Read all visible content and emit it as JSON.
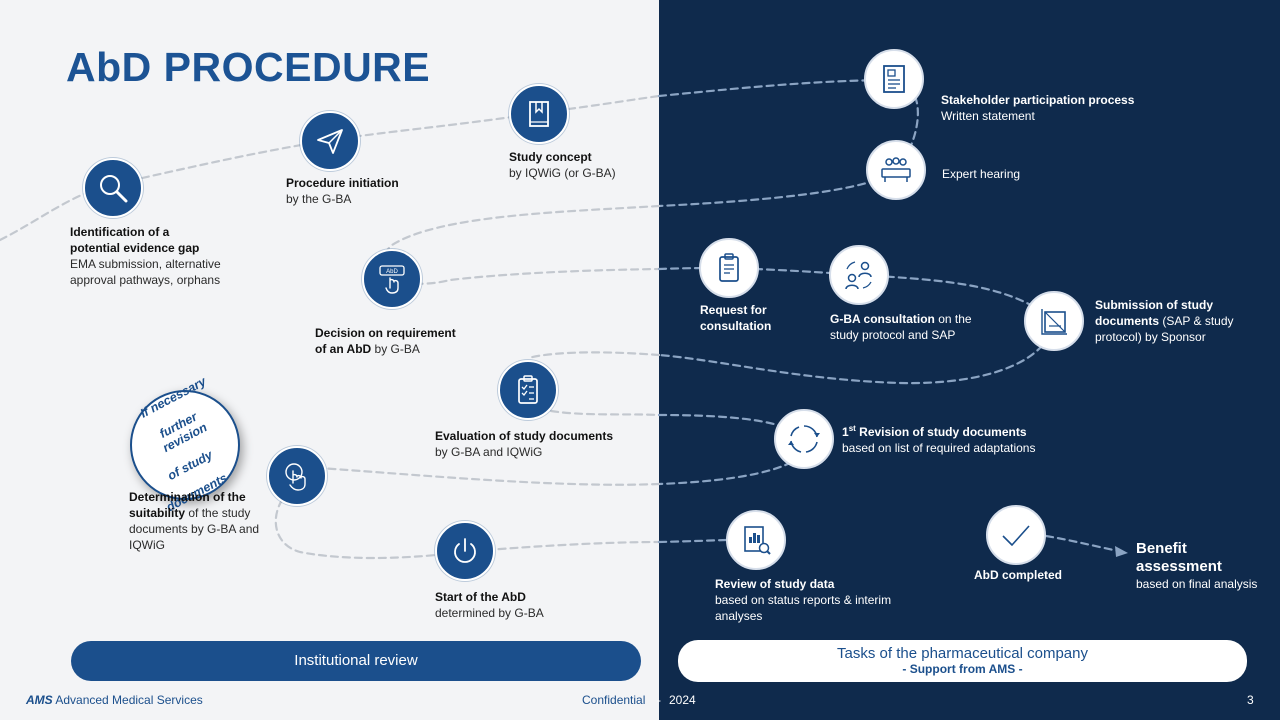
{
  "title": "AbD PROCEDURE",
  "steps": {
    "evidence_gap": {
      "title_line1": "Identification of a",
      "title_line2": "potential evidence gap",
      "desc_line1": "EMA submission, alternative",
      "desc_line2": "approval pathways, orphans",
      "icon": "magnifier-icon"
    },
    "procedure_initiation": {
      "title": "Procedure initiation",
      "desc": "by the G-BA",
      "icon": "paper-plane-icon"
    },
    "study_concept": {
      "title": "Study concept",
      "desc": "by IQWiG (or G-BA)",
      "icon": "book-icon"
    },
    "stakeholder": {
      "title": "Stakeholder participation process",
      "desc": "Written statement",
      "icon": "document-icon"
    },
    "expert_hearing": {
      "desc": "Expert hearing",
      "icon": "meeting-icon"
    },
    "decision": {
      "title_line1": "Decision on requirement",
      "title_line2_bold": "of an AbD",
      "title_line2_rest": " by G-BA",
      "icon": "hand-click-icon",
      "icon_badge": "AbD"
    },
    "request": {
      "title_line1": "Request for",
      "title_line2": "consultation",
      "icon": "clipboard-icon"
    },
    "consultation": {
      "title_bold": "G-BA consultation",
      "title_rest": " on the",
      "desc": "study protocol and SAP",
      "icon": "consultation-icon"
    },
    "submission": {
      "title_line1": "Submission of study",
      "title_line2_bold": "documents",
      "title_line2_rest": " (SAP & study",
      "desc": "protocol) by Sponsor",
      "icon": "document-stack-icon"
    },
    "evaluation": {
      "title": "Evaluation of study documents",
      "desc": "by G-BA and IQWiG",
      "icon": "checklist-icon"
    },
    "revision": {
      "title_num": "1",
      "title_sup": "st",
      "title_rest": " Revision of study documents",
      "desc": "based on list of required adaptations",
      "icon": "cycle-icon"
    },
    "stamp": {
      "line1": "If necessary",
      "line2": "further revision",
      "line3": "of study",
      "line4": "documents"
    },
    "suitability": {
      "title_line1": "Determination of the",
      "title_line2_bold": "suitability",
      "title_line2_rest": " of the study",
      "desc_line1": "documents by G-BA and",
      "desc_line2": "IQWiG",
      "icon": "hand-pointer-icon"
    },
    "start": {
      "title": "Start of the AbD",
      "desc": "determined by G-BA",
      "icon": "power-icon"
    },
    "review": {
      "title": "Review of study data",
      "desc_line1": "based on status reports & interim",
      "desc_line2": "analyses",
      "icon": "report-chart-icon"
    },
    "completed": {
      "title": "AbD completed",
      "icon": "checkmark-icon"
    },
    "benefit": {
      "title_line1": "Benefit",
      "title_line2": "assessment",
      "desc": "based on final analysis"
    }
  },
  "pills": {
    "left": "Institutional review",
    "right_title": "Tasks of the pharmaceutical company",
    "right_sub": "- Support from AMS -"
  },
  "footer": {
    "brand_bold": "AMS",
    "brand_rest": " Advanced Medical Services",
    "confidential": "Confidential",
    "separator": "-",
    "year": "2024",
    "page": "3"
  },
  "colors": {
    "dark_navy": "#0f2a4c",
    "primary_blue": "#1b4f8c",
    "light_bg": "#f3f4f6"
  }
}
